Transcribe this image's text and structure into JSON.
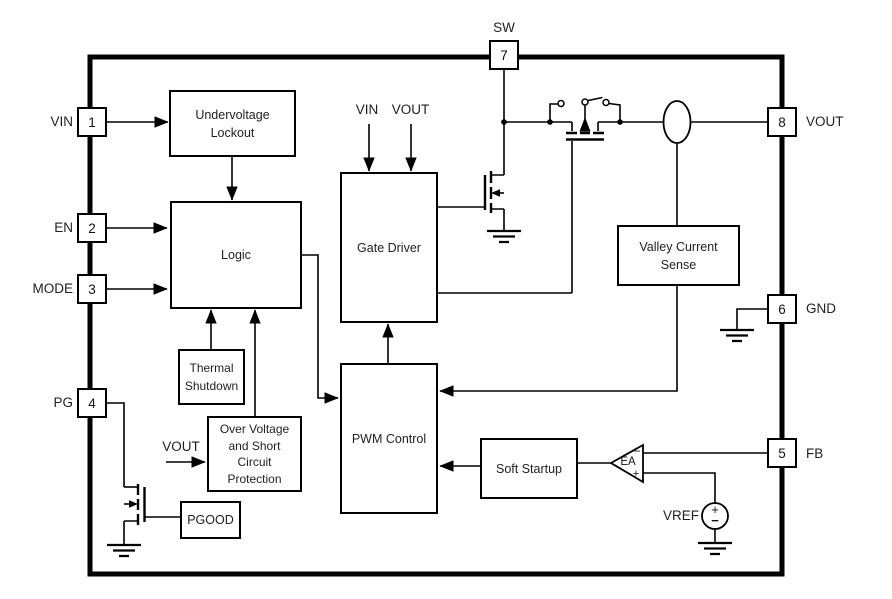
{
  "colors": {
    "ink": "#000000",
    "text": "#1f1f1f",
    "background": "#ffffff"
  },
  "pins": {
    "p1": {
      "num": "1",
      "label": "VIN"
    },
    "p2": {
      "num": "2",
      "label": "EN"
    },
    "p3": {
      "num": "3",
      "label": "MODE"
    },
    "p4": {
      "num": "4",
      "label": "PG"
    },
    "p5": {
      "num": "5",
      "label": "FB"
    },
    "p6": {
      "num": "6",
      "label": "GND"
    },
    "p7": {
      "num": "7",
      "label": "SW"
    },
    "p8": {
      "num": "8",
      "label": "VOUT"
    }
  },
  "blocks": {
    "undervoltage_lockout": "Undervoltage\nLockout",
    "logic": "Logic",
    "gate_driver": "Gate Driver",
    "thermal_shutdown": "Thermal\nShutdown",
    "over_voltage_protection": "Over Voltage\nand Short\nCircuit\nProtection",
    "pgood": "PGOOD",
    "pwm_control": "PWM Control",
    "soft_startup": "Soft Startup",
    "valley_current_sense": "Valley Current\nSense"
  },
  "net_labels": {
    "gate_driver_vin": "VIN",
    "gate_driver_vout": "VOUT",
    "protection_vout": "VOUT",
    "vref": "VREF"
  },
  "error_amplifier": {
    "label": "EA",
    "minus": "−",
    "plus": "+"
  },
  "vref_source": {
    "plus": "+",
    "minus": "−"
  },
  "symbols": {
    "ground-symbol": "three stacked bars",
    "nmos-symbol": "MOSFET with body arrow",
    "body-switch-fet-symbol": "pass FET with two body-select switches",
    "current-sensor-symbol": "ellipse over output wire",
    "error-amp-symbol": "left-pointing triangle",
    "vref-source-symbol": "circle with + and −"
  }
}
